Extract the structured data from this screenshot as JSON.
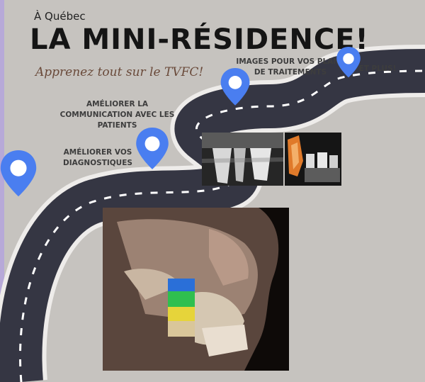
{
  "header": {
    "subtitle": "À Québec",
    "title": "LA MINI-RÉSIDENCE!",
    "tagline": "Apprenez tout sur le TVFC!"
  },
  "milestones": [
    {
      "label": "AMÉLIORER VOS\nDIAGNOSTIQUES"
    },
    {
      "label": "AMÉLIORER LA\nCOMMUNICATION AVEC LES\nPATIENTS"
    },
    {
      "label": "IMAGES POUR VOS PLANS\nDE TRAITEMENTS"
    },
    {
      "label": "ET PLUS!"
    }
  ],
  "colors": {
    "background": "#c6c3bf",
    "road": "#353643",
    "pin": "#4a7ef0",
    "title": "#151515"
  }
}
